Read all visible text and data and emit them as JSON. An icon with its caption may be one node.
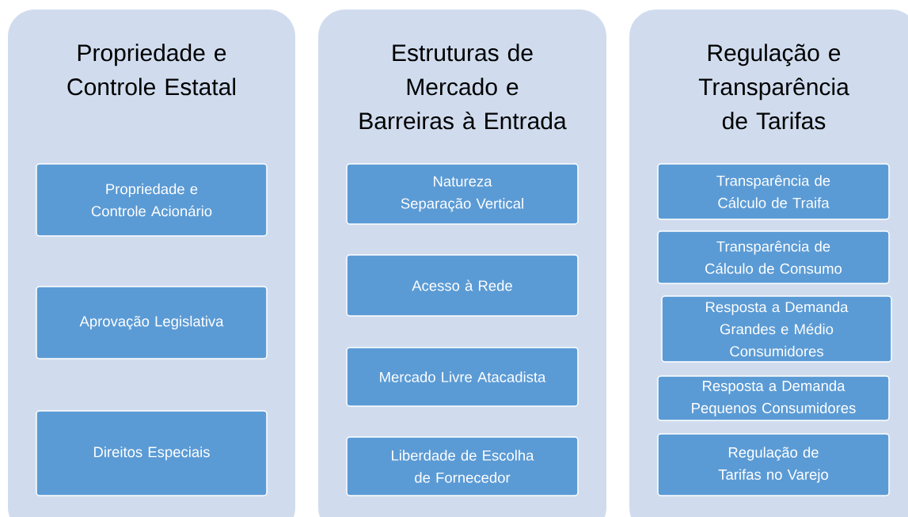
{
  "diagram": {
    "nodes": [
      {
        "text": [
          "Propriedade e Controle Estatal"
        ]
      },
      {
        "text": [
          "Propriedade e Controle Acionário"
        ],
        "in": 0
      },
      {
        "text": [
          "Aprovação Legislativa"
        ],
        "in": 0
      },
      {
        "text": [
          "Direitos Especiais"
        ],
        "in": 0
      },
      {
        "text": [
          "Estruturas de Mercado e Barreiras à Entrada"
        ]
      },
      {
        "text": [
          "Natureza Separação Vertical"
        ],
        "in": 4
      },
      {
        "text": [
          "Acesso à Rede"
        ],
        "in": 4
      },
      {
        "text": [
          "Mercado Livre Atacadista"
        ],
        "in": 4
      },
      {
        "text": [
          "Liberdade de Escolha de Fornecedor"
        ],
        "in": 4
      },
      {
        "text": [
          "Regulação e Transparência de Tarifas"
        ]
      },
      {
        "text": [
          "Transparência de Cálculo de Traifa"
        ],
        "in": 9
      },
      {
        "text": [
          "Transparência de Cálculo de Consumo"
        ],
        "in": 9
      },
      {
        "text": [
          "Resposta a Demanda Grandes e Médio Consumidores"
        ],
        "in": 9
      },
      {
        "text": [
          "Resposta a Demanda Pequenos Consumidores"
        ],
        "in": 9
      },
      {
        "text": [
          "Regulação de Tarifas no Varejo"
        ],
        "in": 9
      }
    ],
    "edges": []
  }
}
